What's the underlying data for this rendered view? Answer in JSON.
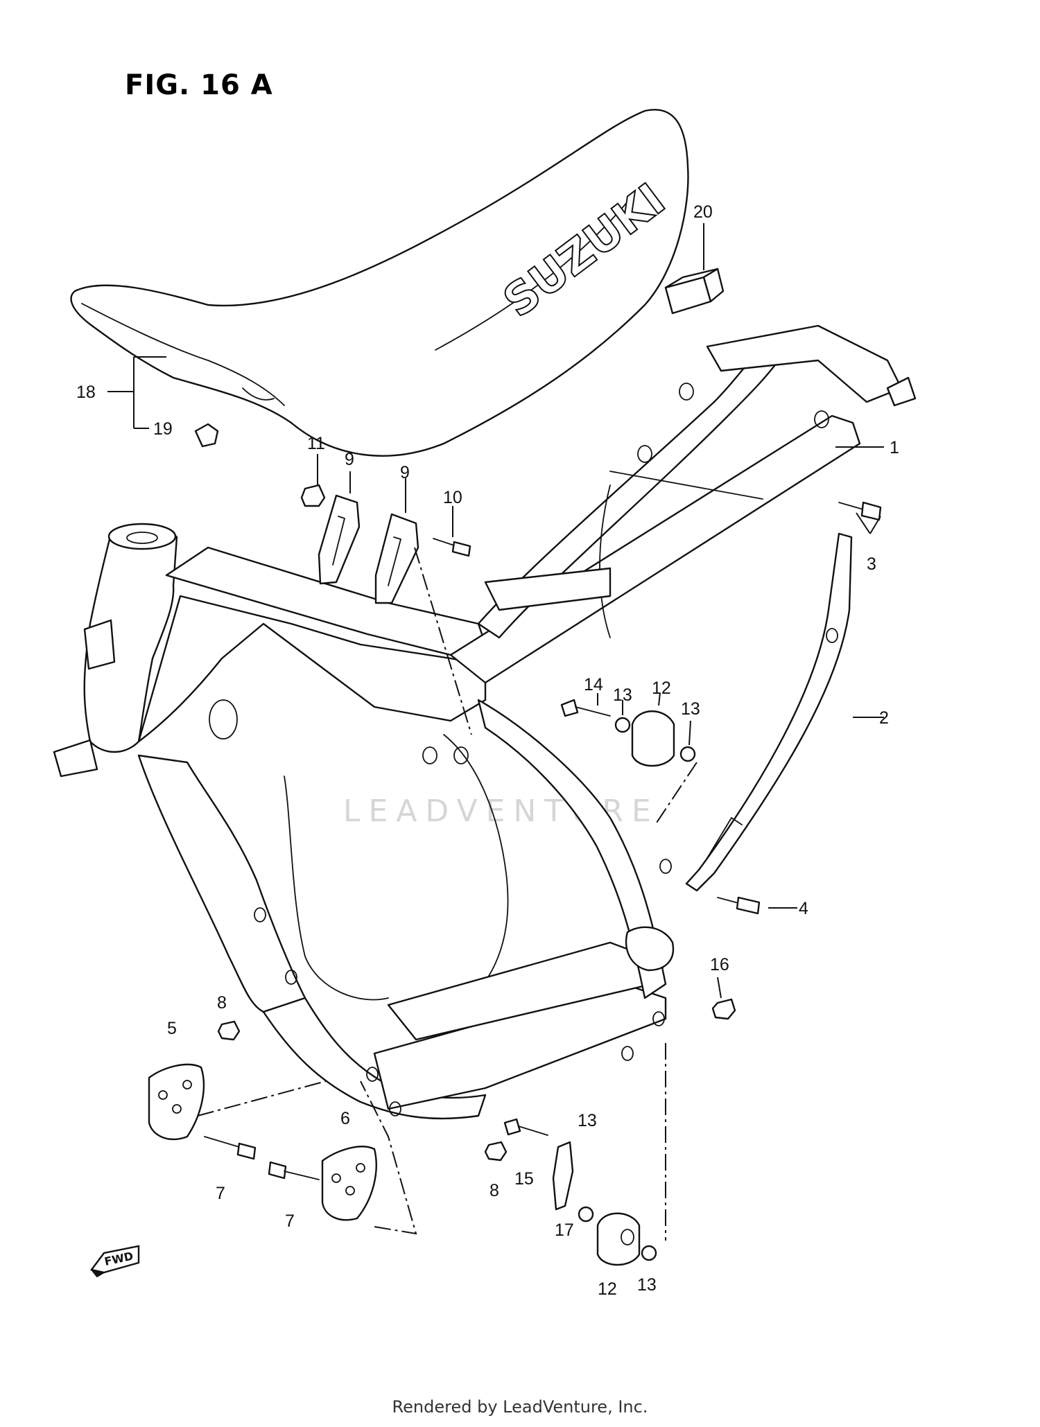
{
  "figure": {
    "title": "FIG. 16 A",
    "seal_text": "SUZUKI",
    "watermark": "LEADVENTURE",
    "fwd_badge": "FWD",
    "footer": "Rendered by LeadVenture, Inc."
  },
  "callouts": [
    {
      "id": "callout-1",
      "label": "1"
    },
    {
      "id": "callout-2",
      "label": "2"
    },
    {
      "id": "callout-3",
      "label": "3"
    },
    {
      "id": "callout-4",
      "label": "4"
    },
    {
      "id": "callout-5",
      "label": "5"
    },
    {
      "id": "callout-6",
      "label": "6"
    },
    {
      "id": "callout-7a",
      "label": "7"
    },
    {
      "id": "callout-7b",
      "label": "7"
    },
    {
      "id": "callout-8a",
      "label": "8"
    },
    {
      "id": "callout-8b",
      "label": "8"
    },
    {
      "id": "callout-9a",
      "label": "9"
    },
    {
      "id": "callout-9b",
      "label": "9"
    },
    {
      "id": "callout-10",
      "label": "10"
    },
    {
      "id": "callout-11",
      "label": "11"
    },
    {
      "id": "callout-12a",
      "label": "12"
    },
    {
      "id": "callout-12b",
      "label": "12"
    },
    {
      "id": "callout-13a",
      "label": "13"
    },
    {
      "id": "callout-13b",
      "label": "13"
    },
    {
      "id": "callout-13c",
      "label": "13"
    },
    {
      "id": "callout-13d",
      "label": "13"
    },
    {
      "id": "callout-14",
      "label": "14"
    },
    {
      "id": "callout-15",
      "label": "15"
    },
    {
      "id": "callout-16",
      "label": "16"
    },
    {
      "id": "callout-17",
      "label": "17"
    },
    {
      "id": "callout-18",
      "label": "18"
    },
    {
      "id": "callout-19",
      "label": "19"
    },
    {
      "id": "callout-20",
      "label": "20"
    }
  ]
}
